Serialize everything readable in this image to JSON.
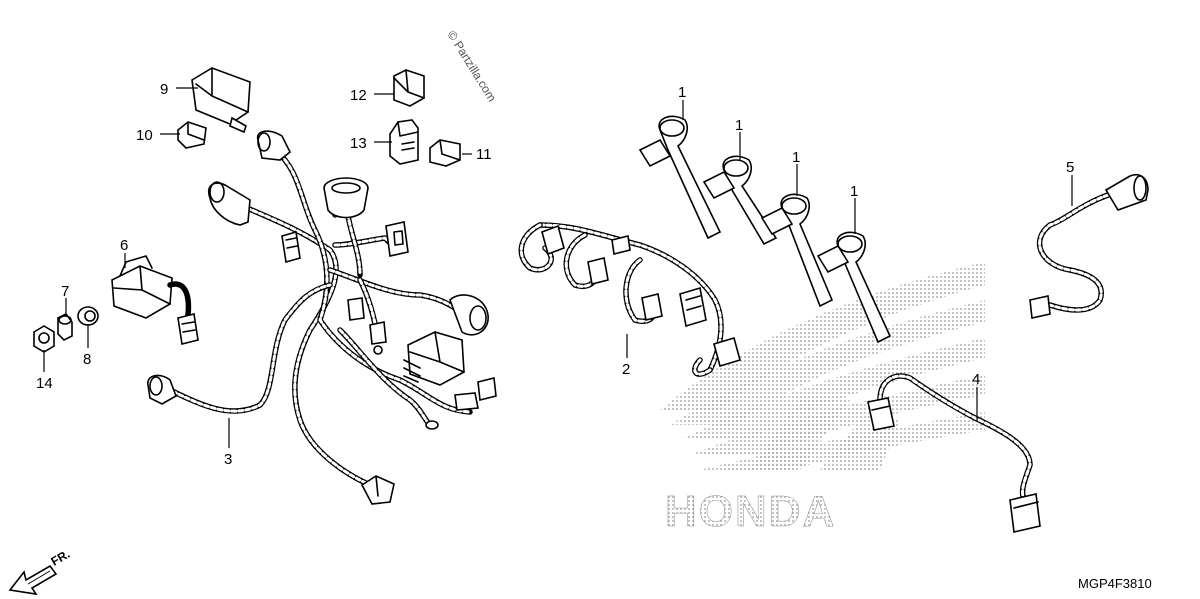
{
  "watermark": "© Partzilla.com",
  "reference_code": "MGP4F3810",
  "front_label": "FR.",
  "logo_text": "HONDA",
  "callouts": {
    "c1a": "1",
    "c1b": "1",
    "c1c": "1",
    "c1d": "1",
    "c2": "2",
    "c3": "3",
    "c4": "4",
    "c5": "5",
    "c6": "6",
    "c7": "7",
    "c8": "8",
    "c9": "9",
    "c10": "10",
    "c11": "11",
    "c12": "12",
    "c13": "13",
    "c14": "14"
  },
  "icons": {
    "front_arrow": "arrow-icon",
    "logo": "wing-logo-icon"
  }
}
